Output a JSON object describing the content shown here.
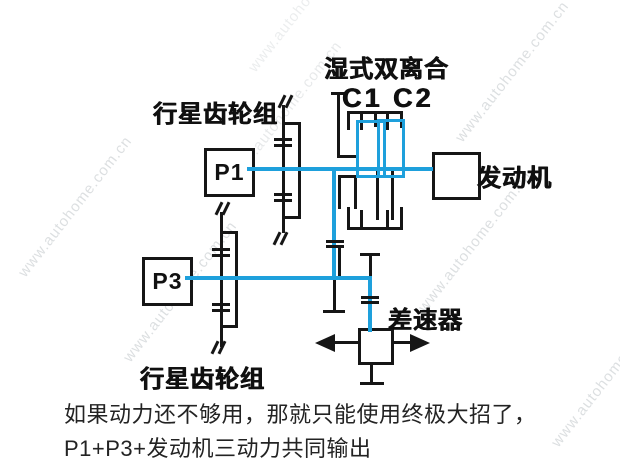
{
  "labels": {
    "wet_dual_clutch": "湿式双离合",
    "clutch_pair": "C1 C2",
    "planetary_top": "行星齿轮组",
    "planetary_bottom": "行星齿轮组",
    "engine": "发动机",
    "differential": "差速器",
    "p1": "P1",
    "p3": "P3"
  },
  "caption": {
    "line1": "如果动力还不够用，那就只能使用终极大招了，",
    "line2": "P1+P3+发动机三动力共同输出"
  },
  "watermark": {
    "text": "www.autohome.com.cn"
  },
  "colors": {
    "power_path": "#1ea0dc",
    "line": "#161616",
    "background": "#ffffff"
  }
}
